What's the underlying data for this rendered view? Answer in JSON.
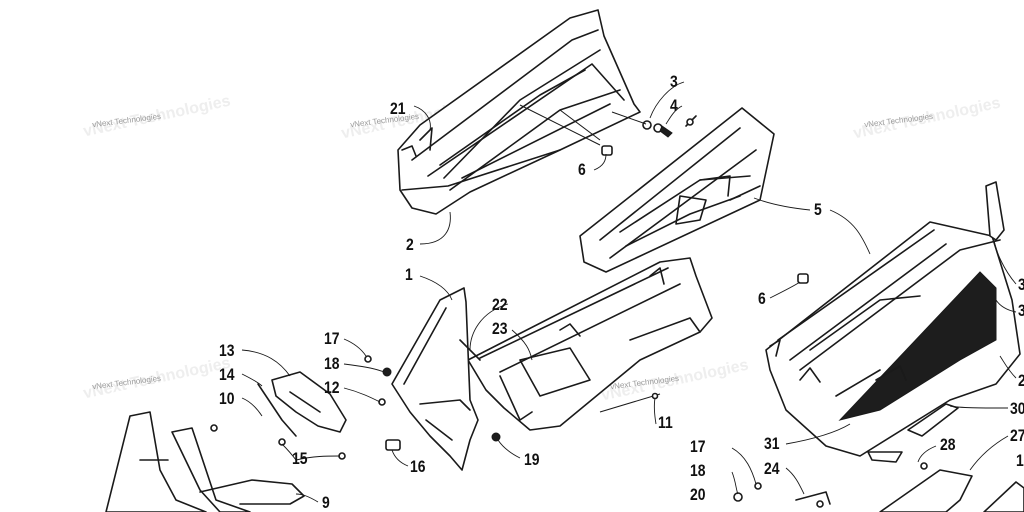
{
  "watermark": "vNext Technologies",
  "callouts": {
    "c1": "1",
    "c2": "2",
    "c3": "3",
    "c4": "4",
    "c5": "5",
    "c6a": "6",
    "c6b": "6",
    "c9": "9",
    "c10": "10",
    "c11": "11",
    "c12": "12",
    "c13": "13",
    "c14": "14",
    "c15": "15",
    "c16": "16",
    "c17a": "17",
    "c17b": "17",
    "c18a": "18",
    "c18b": "18",
    "c19": "19",
    "c20": "20",
    "c21": "21",
    "c22": "22",
    "c23": "23",
    "c24": "24",
    "c27": "27",
    "c28": "28",
    "c30": "30",
    "c31": "31",
    "e1": "1",
    "e2": "2",
    "e3a": "3",
    "e3b": "3"
  }
}
